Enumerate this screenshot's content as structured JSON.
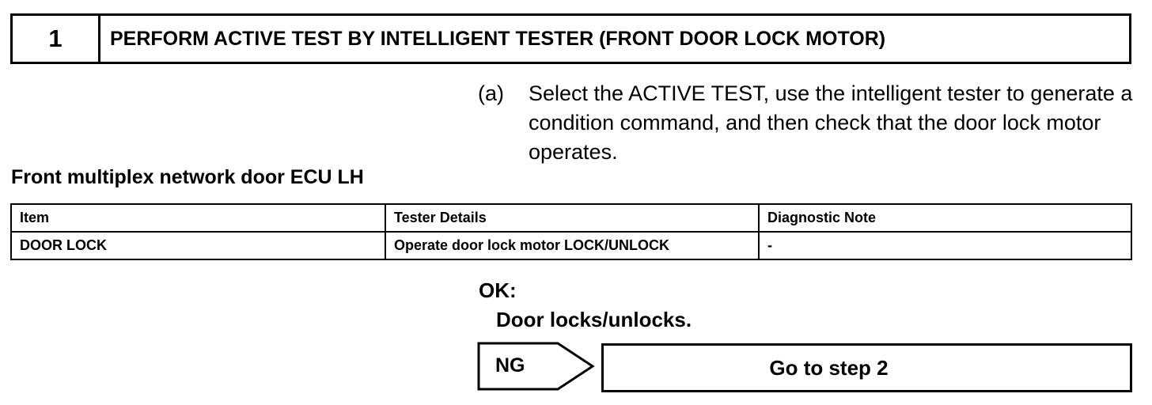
{
  "step": {
    "number": "1",
    "title": "PERFORM ACTIVE TEST BY INTELLIGENT TESTER (FRONT DOOR LOCK MOTOR)"
  },
  "instruction": {
    "letter": "(a)",
    "text": "Select the ACTIVE TEST, use the intelligent tester to generate a condition command, and then check that the door lock motor operates."
  },
  "section_title": "Front multiplex network door ECU LH",
  "table": {
    "headers": [
      "Item",
      "Tester Details",
      "Diagnostic Note"
    ],
    "rows": [
      [
        "DOOR LOCK",
        "Operate door lock motor LOCK/UNLOCK",
        "-"
      ]
    ]
  },
  "ok": {
    "label": "OK:",
    "text": "Door locks/unlocks."
  },
  "ng": {
    "label": "NG",
    "action": "Go to step 2"
  }
}
